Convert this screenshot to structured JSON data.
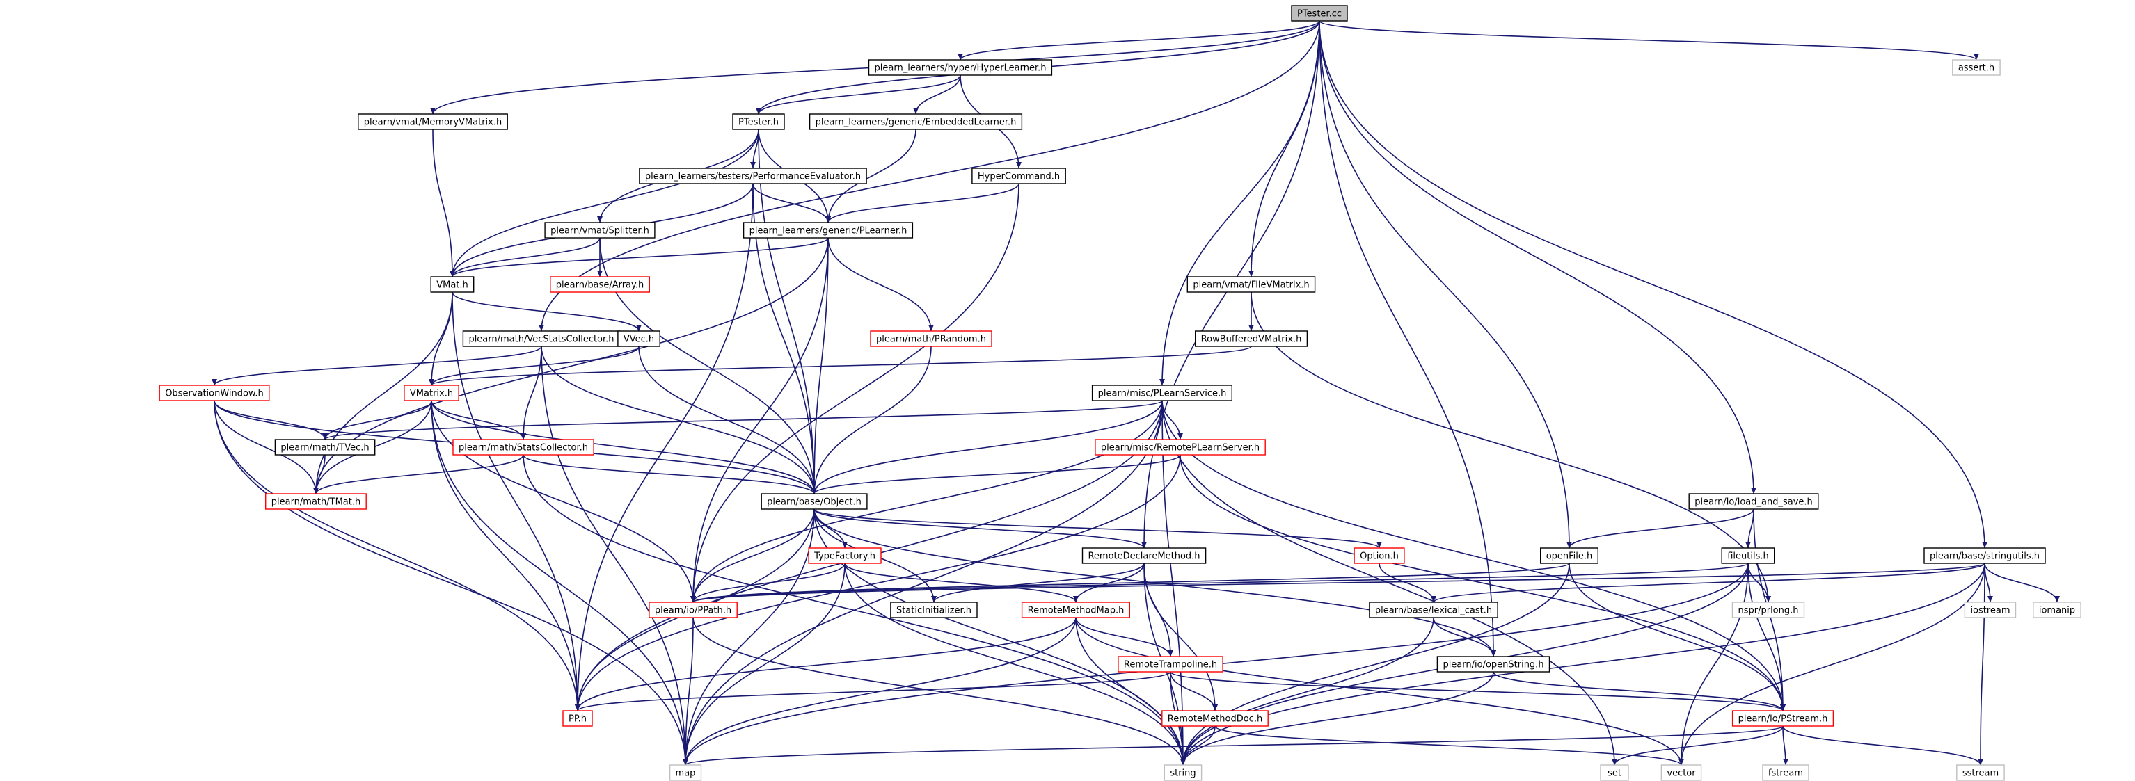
{
  "colors": {
    "edge": "#191970",
    "border_normal": "#000000",
    "border_truncated": "#ff0000",
    "border_external": "#bfbfbf",
    "root_fill": "#bfbfbf",
    "text": "#000000"
  },
  "nodes": [
    {
      "id": "root",
      "label": "PTester.cc",
      "kind": "root"
    },
    {
      "id": "memvm",
      "label": "plearn/vmat/MemoryVMatrix.h",
      "kind": "normal"
    },
    {
      "id": "hyperl",
      "label": "plearn_learners/hyper/HyperLearner.h",
      "kind": "normal"
    },
    {
      "id": "assert",
      "label": "assert.h",
      "kind": "external"
    },
    {
      "id": "ptesterh",
      "label": "PTester.h",
      "kind": "normal"
    },
    {
      "id": "embedded",
      "label": "plearn_learners/generic/EmbeddedLearner.h",
      "kind": "normal"
    },
    {
      "id": "perfeval",
      "label": "plearn_learners/testers/PerformanceEvaluator.h",
      "kind": "normal"
    },
    {
      "id": "hypercmd",
      "label": "HyperCommand.h",
      "kind": "normal"
    },
    {
      "id": "splitter",
      "label": "plearn/vmat/Splitter.h",
      "kind": "normal"
    },
    {
      "id": "plearner",
      "label": "plearn_learners/generic/PLearner.h",
      "kind": "normal"
    },
    {
      "id": "array",
      "label": "plearn/base/Array.h",
      "kind": "truncated"
    },
    {
      "id": "vmat",
      "label": "VMat.h",
      "kind": "normal"
    },
    {
      "id": "filevm",
      "label": "plearn/vmat/FileVMatrix.h",
      "kind": "normal"
    },
    {
      "id": "vecstats",
      "label": "plearn/math/VecStatsCollector.h",
      "kind": "normal"
    },
    {
      "id": "vvec",
      "label": "VVec.h",
      "kind": "normal"
    },
    {
      "id": "prandom",
      "label": "plearn/math/PRandom.h",
      "kind": "truncated"
    },
    {
      "id": "rowbuf",
      "label": "RowBufferedVMatrix.h",
      "kind": "normal"
    },
    {
      "id": "obswin",
      "label": "ObservationWindow.h",
      "kind": "truncated"
    },
    {
      "id": "vmatrix",
      "label": "VMatrix.h",
      "kind": "truncated"
    },
    {
      "id": "plearnsvc",
      "label": "plearn/misc/PLearnService.h",
      "kind": "normal"
    },
    {
      "id": "tvec",
      "label": "plearn/math/TVec.h",
      "kind": "normal"
    },
    {
      "id": "statscol",
      "label": "plearn/math/StatsCollector.h",
      "kind": "truncated"
    },
    {
      "id": "remotesrv",
      "label": "plearn/misc/RemotePLearnServer.h",
      "kind": "truncated"
    },
    {
      "id": "tmat",
      "label": "plearn/math/TMat.h",
      "kind": "truncated"
    },
    {
      "id": "object",
      "label": "plearn/base/Object.h",
      "kind": "normal"
    },
    {
      "id": "loadsave",
      "label": "plearn/io/load_and_save.h",
      "kind": "normal"
    },
    {
      "id": "typefactory",
      "label": "TypeFactory.h",
      "kind": "truncated"
    },
    {
      "id": "remotedecl",
      "label": "RemoteDeclareMethod.h",
      "kind": "normal"
    },
    {
      "id": "option",
      "label": "Option.h",
      "kind": "truncated"
    },
    {
      "id": "openfile",
      "label": "openFile.h",
      "kind": "normal"
    },
    {
      "id": "fileutils",
      "label": "fileutils.h",
      "kind": "normal"
    },
    {
      "id": "stringutils",
      "label": "plearn/base/stringutils.h",
      "kind": "normal"
    },
    {
      "id": "ppath",
      "label": "plearn/io/PPath.h",
      "kind": "truncated"
    },
    {
      "id": "staticinit",
      "label": "StaticInitializer.h",
      "kind": "normal"
    },
    {
      "id": "remmap",
      "label": "RemoteMethodMap.h",
      "kind": "truncated"
    },
    {
      "id": "lexcast",
      "label": "plearn/base/lexical_cast.h",
      "kind": "normal"
    },
    {
      "id": "nspr",
      "label": "nspr/prlong.h",
      "kind": "external"
    },
    {
      "id": "iostream",
      "label": "iostream",
      "kind": "external"
    },
    {
      "id": "iomanip",
      "label": "iomanip",
      "kind": "external"
    },
    {
      "id": "remtramp",
      "label": "RemoteTrampoline.h",
      "kind": "truncated"
    },
    {
      "id": "openstring",
      "label": "plearn/io/openString.h",
      "kind": "normal"
    },
    {
      "id": "pp",
      "label": "PP.h",
      "kind": "truncated"
    },
    {
      "id": "remdoc",
      "label": "RemoteMethodDoc.h",
      "kind": "truncated"
    },
    {
      "id": "pstream",
      "label": "plearn/io/PStream.h",
      "kind": "truncated"
    },
    {
      "id": "map",
      "label": "map",
      "kind": "external"
    },
    {
      "id": "string",
      "label": "string",
      "kind": "external"
    },
    {
      "id": "set",
      "label": "set",
      "kind": "external"
    },
    {
      "id": "vector",
      "label": "vector",
      "kind": "external"
    },
    {
      "id": "fstream",
      "label": "fstream",
      "kind": "external"
    },
    {
      "id": "sstream",
      "label": "sstream",
      "kind": "external"
    }
  ],
  "edges": [
    [
      "root",
      "memvm"
    ],
    [
      "root",
      "hyperl"
    ],
    [
      "root",
      "assert"
    ],
    [
      "root",
      "ptesterh"
    ],
    [
      "root",
      "vecstats"
    ],
    [
      "root",
      "plearnsvc"
    ],
    [
      "root",
      "filevm"
    ],
    [
      "root",
      "remotedecl"
    ],
    [
      "root",
      "openfile"
    ],
    [
      "root",
      "openstring"
    ],
    [
      "root",
      "loadsave"
    ],
    [
      "root",
      "stringutils"
    ],
    [
      "memvm",
      "vmat"
    ],
    [
      "hyperl",
      "ptesterh"
    ],
    [
      "hyperl",
      "embedded"
    ],
    [
      "hyperl",
      "hypercmd"
    ],
    [
      "ptesterh",
      "perfeval"
    ],
    [
      "ptesterh",
      "splitter"
    ],
    [
      "ptesterh",
      "plearner"
    ],
    [
      "ptesterh",
      "vmat"
    ],
    [
      "ptesterh",
      "object"
    ],
    [
      "embedded",
      "plearner"
    ],
    [
      "perfeval",
      "plearner"
    ],
    [
      "perfeval",
      "vmat"
    ],
    [
      "perfeval",
      "object"
    ],
    [
      "perfeval",
      "pp"
    ],
    [
      "hypercmd",
      "plearner"
    ],
    [
      "hypercmd",
      "ppath"
    ],
    [
      "splitter",
      "array"
    ],
    [
      "splitter",
      "vmat"
    ],
    [
      "splitter",
      "object"
    ],
    [
      "plearner",
      "vmat"
    ],
    [
      "plearner",
      "prandom"
    ],
    [
      "plearner",
      "object"
    ],
    [
      "plearner",
      "ppath"
    ],
    [
      "plearner",
      "tmat"
    ],
    [
      "vmat",
      "vvec"
    ],
    [
      "vmat",
      "vmatrix"
    ],
    [
      "vmat",
      "tmat"
    ],
    [
      "vmat",
      "pp"
    ],
    [
      "filevm",
      "rowbuf"
    ],
    [
      "filevm",
      "nspr"
    ],
    [
      "rowbuf",
      "vmatrix"
    ],
    [
      "vecstats",
      "obswin"
    ],
    [
      "vecstats",
      "statscol"
    ],
    [
      "vecstats",
      "object"
    ],
    [
      "vecstats",
      "map"
    ],
    [
      "vvec",
      "vmatrix"
    ],
    [
      "vvec",
      "object"
    ],
    [
      "prandom",
      "object"
    ],
    [
      "obswin",
      "tvec"
    ],
    [
      "obswin",
      "tmat"
    ],
    [
      "obswin",
      "pp"
    ],
    [
      "obswin",
      "map"
    ],
    [
      "obswin",
      "object"
    ],
    [
      "vmatrix",
      "tvec"
    ],
    [
      "vmatrix",
      "statscol"
    ],
    [
      "vmatrix",
      "tmat"
    ],
    [
      "vmatrix",
      "object"
    ],
    [
      "vmatrix",
      "ppath"
    ],
    [
      "vmatrix",
      "pp"
    ],
    [
      "vmatrix",
      "map"
    ],
    [
      "plearnsvc",
      "tvec"
    ],
    [
      "plearnsvc",
      "remotesrv"
    ],
    [
      "plearnsvc",
      "object"
    ],
    [
      "plearnsvc",
      "ppath"
    ],
    [
      "plearnsvc",
      "pp"
    ],
    [
      "plearnsvc",
      "pstream"
    ],
    [
      "plearnsvc",
      "map"
    ],
    [
      "plearnsvc",
      "set"
    ],
    [
      "plearnsvc",
      "string"
    ],
    [
      "tvec",
      "tmat"
    ],
    [
      "statscol",
      "tmat"
    ],
    [
      "statscol",
      "object"
    ],
    [
      "statscol",
      "string"
    ],
    [
      "remotesrv",
      "object"
    ],
    [
      "remotesrv",
      "pp"
    ],
    [
      "remotesrv",
      "pstream"
    ],
    [
      "object",
      "typefactory"
    ],
    [
      "object",
      "remotedecl"
    ],
    [
      "object",
      "option"
    ],
    [
      "object",
      "ppath"
    ],
    [
      "object",
      "staticinit"
    ],
    [
      "object",
      "openstring"
    ],
    [
      "object",
      "pp"
    ],
    [
      "object",
      "map"
    ],
    [
      "object",
      "string"
    ],
    [
      "loadsave",
      "openfile"
    ],
    [
      "loadsave",
      "fileutils"
    ],
    [
      "loadsave",
      "pstream"
    ],
    [
      "typefactory",
      "ppath"
    ],
    [
      "typefactory",
      "remmap"
    ],
    [
      "typefactory",
      "map"
    ],
    [
      "typefactory",
      "string"
    ],
    [
      "remotedecl",
      "staticinit"
    ],
    [
      "remotedecl",
      "remmap"
    ],
    [
      "remotedecl",
      "remtramp"
    ],
    [
      "remotedecl",
      "remdoc"
    ],
    [
      "remotedecl",
      "string"
    ],
    [
      "option",
      "lexcast"
    ],
    [
      "openfile",
      "ppath"
    ],
    [
      "openfile",
      "pstream"
    ],
    [
      "openfile",
      "string"
    ],
    [
      "fileutils",
      "ppath"
    ],
    [
      "fileutils",
      "nspr"
    ],
    [
      "fileutils",
      "pstream"
    ],
    [
      "fileutils",
      "map"
    ],
    [
      "fileutils",
      "string"
    ],
    [
      "fileutils",
      "vector"
    ],
    [
      "stringutils",
      "lexcast"
    ],
    [
      "stringutils",
      "iostream"
    ],
    [
      "stringutils",
      "iomanip"
    ],
    [
      "stringutils",
      "ppath"
    ],
    [
      "stringutils",
      "string"
    ],
    [
      "stringutils",
      "vector"
    ],
    [
      "stringutils",
      "sstream"
    ],
    [
      "ppath",
      "map"
    ],
    [
      "ppath",
      "string"
    ],
    [
      "remmap",
      "remtramp"
    ],
    [
      "remmap",
      "pp"
    ],
    [
      "remmap",
      "map"
    ],
    [
      "remmap",
      "string"
    ],
    [
      "remmap",
      "vector"
    ],
    [
      "lexcast",
      "openstring"
    ],
    [
      "lexcast",
      "string"
    ],
    [
      "remtramp",
      "remdoc"
    ],
    [
      "remtramp",
      "pstream"
    ],
    [
      "remtramp",
      "pp"
    ],
    [
      "remtramp",
      "string"
    ],
    [
      "openstring",
      "pstream"
    ],
    [
      "openstring",
      "string"
    ],
    [
      "remdoc",
      "string"
    ],
    [
      "remdoc",
      "vector"
    ],
    [
      "pstream",
      "map"
    ],
    [
      "pstream",
      "set"
    ],
    [
      "pstream",
      "fstream"
    ],
    [
      "pstream",
      "sstream"
    ]
  ]
}
